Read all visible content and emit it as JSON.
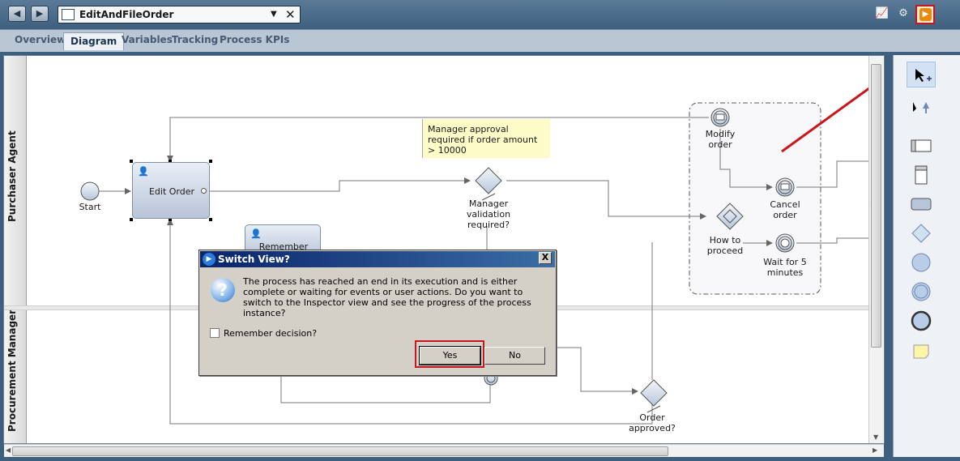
{
  "editor": {
    "title": "EditAndFileOrder",
    "dropdown": "▼",
    "close": "✕",
    "back": "◀",
    "forward": "▶"
  },
  "toolbar": {
    "icons": [
      "chart-icon",
      "settings-icon",
      "run-icon"
    ],
    "run_glyph": "▶"
  },
  "subtabs": [
    "Overview",
    "Diagram",
    "Variables",
    "Tracking",
    "Process KPIs"
  ],
  "active_subtab": "Diagram",
  "lanes": [
    "Purchaser Agent",
    "Procurement Manager"
  ],
  "diagram": {
    "start": "Start",
    "edit_order": "Edit Order",
    "remember": "Remember",
    "note": "Manager approval required if order amount > 10000",
    "gateway_validation": "Manager validation required?",
    "gateway_approved": "Order approved?",
    "modify_order": "Modify order",
    "cancel_order": "Cancel order",
    "how_to_proceed": "How to proceed",
    "wait": "Wait for 5 minutes"
  },
  "dialog": {
    "title": "Switch View?",
    "close": "X",
    "message": "The process has reached an end in its execution and is either complete or waiting for events or user actions. Do you want to switch to the Inspector view and see the progress of the process instance?",
    "checkbox_label": "Remember decision?",
    "checkbox_checked": false,
    "yes": "Yes",
    "no": "No"
  },
  "palette": [
    "select-tool",
    "connect-tool",
    "pool-h",
    "pool-v",
    "task",
    "gateway",
    "start-event",
    "intermediate-event",
    "end-event",
    "note"
  ],
  "colors": {
    "highlight": "#c8161d",
    "dialog_title": "#0a246a",
    "task_fill": "#b8c5d8",
    "note_fill": "#fdfbc7"
  }
}
